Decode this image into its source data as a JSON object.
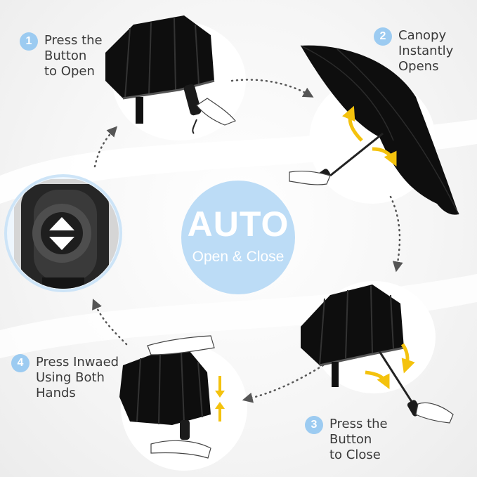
{
  "center": {
    "title": "AUTO",
    "subtitle": "Open & Close"
  },
  "steps": [
    {
      "number": "1",
      "lines": [
        "Press the",
        "Button",
        "to Open"
      ]
    },
    {
      "number": "2",
      "lines": [
        "Canopy",
        "Instantly",
        "Opens"
      ]
    },
    {
      "number": "3",
      "lines": [
        "Press the",
        "Button",
        "to Close"
      ]
    },
    {
      "number": "4",
      "lines": [
        "Press Inwaed",
        "Using Both",
        "Hands"
      ]
    }
  ],
  "colors": {
    "badge": "#9ccbf1",
    "center_circle": "#bcdcf6",
    "arrow_accent": "#f4c20d",
    "canopy": "#0e0e0e"
  },
  "icons": [
    "umbrella-closed",
    "umbrella-open",
    "umbrella-closing",
    "umbrella-pressed",
    "button-closeup",
    "up-down-arrows-icon",
    "curved-arrow-icon",
    "hand"
  ]
}
